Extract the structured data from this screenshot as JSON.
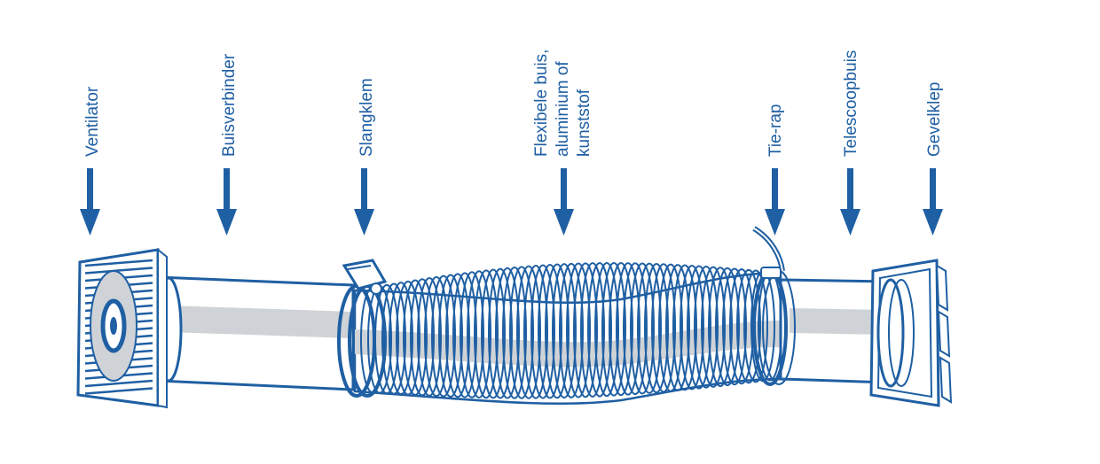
{
  "colors": {
    "blue": "#1f5fa3",
    "pipe_fill": "#ffffff",
    "pipe_shade": "#cfd3d7",
    "background": "#ffffff"
  },
  "labels": {
    "ventilator": "Ventilator",
    "buisverbinder": "Buisverbinder",
    "slangklem": "Slangklem",
    "flexibele_buis_line1": "Flexibele buis,",
    "flexibele_buis_line2": "aluminium of",
    "flexibele_buis_line3": "kunststof",
    "tie_rap": "Tie-rap",
    "telescoopbuis": "Telescoopbuis",
    "gevelklep": "Gevelklep"
  },
  "icons": {
    "arrow": "arrow-down-icon"
  }
}
